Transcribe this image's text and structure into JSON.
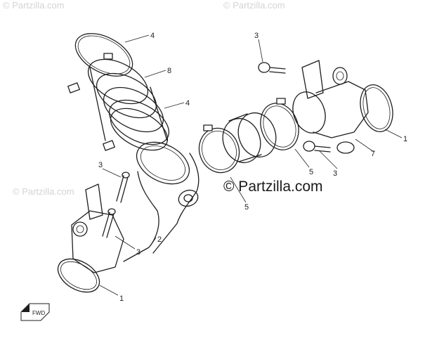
{
  "watermarks": [
    "© Partzilla.com",
    "© Partzilla.com",
    "© Partzilla.com"
  ],
  "brand": "© Partzilla.com",
  "direction_icon_label": "FWD",
  "callouts": [
    {
      "text": "4"
    },
    {
      "text": "8"
    },
    {
      "text": "4"
    },
    {
      "text": "3"
    },
    {
      "text": "1"
    },
    {
      "text": "7"
    },
    {
      "text": "5"
    },
    {
      "text": "3"
    },
    {
      "text": "5"
    },
    {
      "text": "3"
    },
    {
      "text": "2"
    },
    {
      "text": "3"
    },
    {
      "text": "1"
    }
  ]
}
